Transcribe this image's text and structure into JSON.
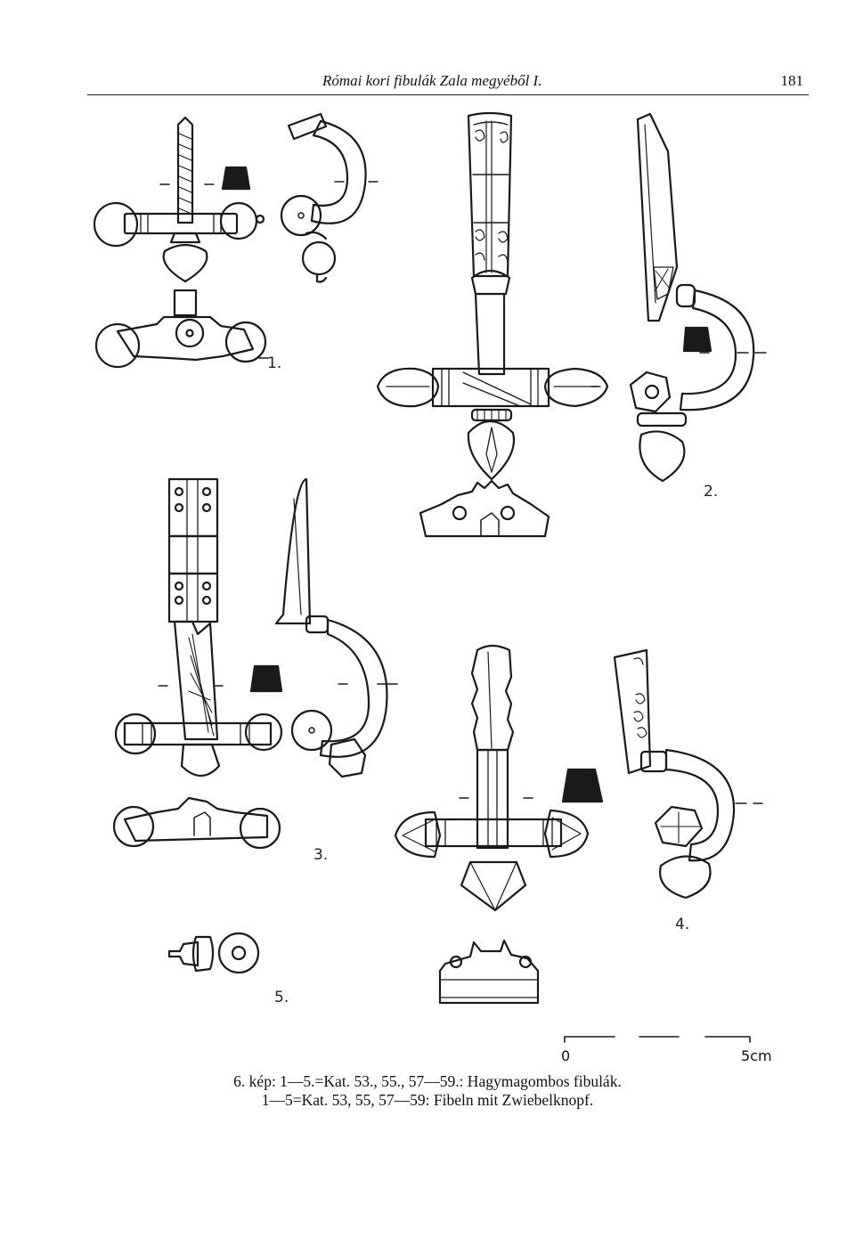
{
  "header": {
    "running_title": "Római kori fibulák Zala megyéből I.",
    "page_number": "181"
  },
  "figures": {
    "labels": [
      "1.",
      "2.",
      "3.",
      "4.",
      "5."
    ]
  },
  "scale": {
    "start_label": "0",
    "end_label": "5cm"
  },
  "caption": {
    "line1": "6. kép: 1—5.=Kat. 53., 55., 57—59.: Hagymagombos fibulák.",
    "line2": "1—5=Kat. 53, 55, 57—59: Fibeln mit Zwiebelknopf."
  }
}
